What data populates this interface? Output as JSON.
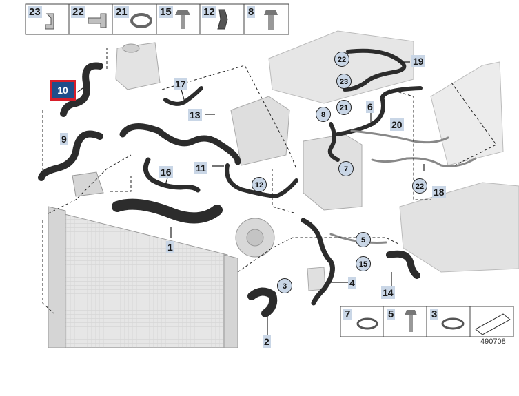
{
  "legend_top": [
    "23",
    "22",
    "21",
    "15",
    "12",
    "8"
  ],
  "legend_bottom": [
    "7",
    "5",
    "3"
  ],
  "selected_part": "10",
  "part_labels": {
    "p1": "1",
    "p2": "2",
    "p4": "4",
    "p6": "6",
    "p9": "9",
    "p11": "11",
    "p13": "13",
    "p14": "14",
    "p16": "16",
    "p17": "17",
    "p18": "18",
    "p19": "19",
    "p20": "20"
  },
  "circle_labels": {
    "c22a": "22",
    "c23": "23",
    "c21": "21",
    "c8": "8",
    "c7": "7",
    "c12": "12",
    "c5": "5",
    "c15": "15",
    "c3": "3",
    "c22b": "22"
  },
  "diagram_ref": "490708",
  "colors": {
    "label_bg": "#c9d6e6",
    "selected_bg": "#1f4e8a",
    "selected_border": "#d81e2a",
    "hose": "#2c2c2c",
    "part_gray": "#d9d9d9"
  },
  "icons": [
    "clamp-icon",
    "connector-icon",
    "hose-clamp-icon",
    "bolt-icon",
    "bracket-icon",
    "bolt-icon",
    "band-clamp-icon",
    "bolt-icon",
    "band-clamp-icon",
    "arrow-icon"
  ]
}
